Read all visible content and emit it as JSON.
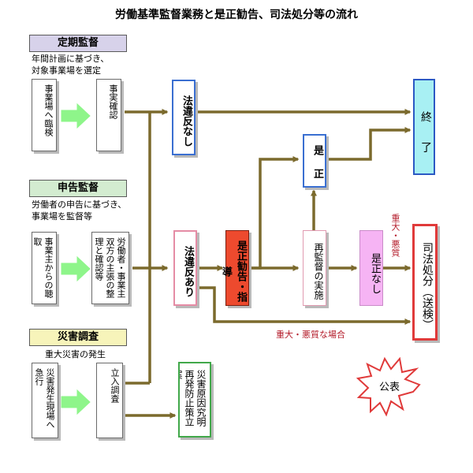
{
  "title": "労働基準監督業務と是正勧告、司法処分等の流れ",
  "sections": {
    "regular": {
      "header": "定期監督",
      "desc_line1": "年間計画に基づき、",
      "desc_line2": "対象事業場を選定",
      "step1": "事業場へ臨検",
      "step2": "事実確認"
    },
    "report": {
      "header": "申告監督",
      "desc_line1": "労働者の申告に基づき、",
      "desc_line2": "事業場を監督等",
      "step1": "事業主からの聴取",
      "step2": "労働者・事業主双方の主張の整理と確認等"
    },
    "accident": {
      "header": "災害調査",
      "desc": "重大災害の発生",
      "step1": "災害発生現場へ急行",
      "step2": "立入調査"
    }
  },
  "nodes": {
    "no_violation": "法違反なし",
    "violation": "法違反あり",
    "recommendation": "是正勧告・指導",
    "corrected": "是 正",
    "reinspection": "再監督の実施",
    "not_corrected": "是正なし",
    "end": "終 了",
    "judicial": "司法処分（送検）",
    "accident_outcome": "災害原因究明再発防止策立案",
    "publication": "公表"
  },
  "labels": {
    "serious_short": "重大・悪質",
    "serious_long": "重大・悪質な場合"
  },
  "colors": {
    "arrow": "#7b6a2d",
    "block_arrow": "#8ef58a",
    "red_text": "#b31a28"
  }
}
